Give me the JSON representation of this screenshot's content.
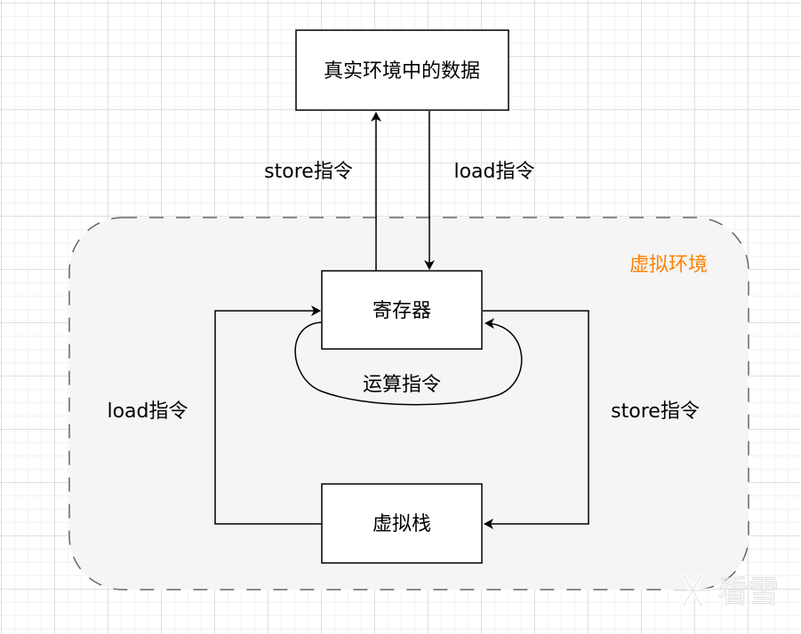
{
  "diagram": {
    "nodes": {
      "real_data": "真实环境中的数据",
      "register": "寄存器",
      "virtual_stack": "虚拟栈"
    },
    "group": {
      "label": "虚拟环境",
      "label_color": "#ff8000"
    },
    "edges": {
      "register_to_real": "store指令",
      "real_to_register": "load指令",
      "register_self_loop": "运算指令",
      "stack_to_register": "load指令",
      "register_to_stack": "store指令"
    }
  },
  "watermark": {
    "icon": "snowflake-icon",
    "text": "看雪"
  }
}
